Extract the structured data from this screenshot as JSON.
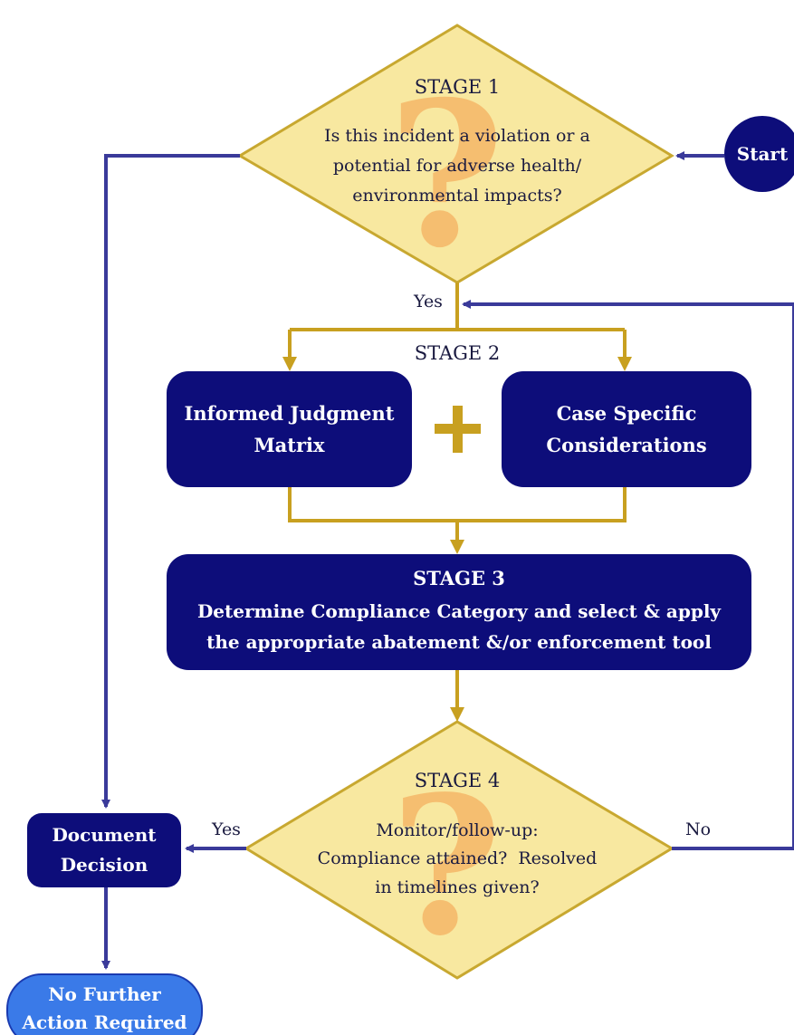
{
  "start": {
    "label": "Start"
  },
  "stage1": {
    "heading": "STAGE 1",
    "question_lines": [
      "Is this incident a violation or a",
      "potential for adverse health/",
      "environmental impacts?"
    ],
    "yes_label": "Yes"
  },
  "stage2": {
    "heading": "STAGE 2",
    "left_box_lines": [
      "Informed Judgment",
      "Matrix"
    ],
    "right_box_lines": [
      "Case Specific",
      "Considerations"
    ],
    "plus": "+"
  },
  "stage3": {
    "heading": "STAGE 3",
    "lines": [
      "Determine Compliance Category and select & apply",
      "the appropriate abatement &/or enforcement tool"
    ]
  },
  "stage4": {
    "heading": "STAGE 4",
    "question_lines": [
      "Monitor/follow-up:",
      "Compliance attained?  Resolved",
      "in timelines given?"
    ],
    "yes_label": "Yes",
    "no_label": "No"
  },
  "document": {
    "lines": [
      "Document",
      "Decision"
    ]
  },
  "end": {
    "lines": [
      "No Further",
      "Action Required"
    ]
  },
  "colors": {
    "navy": "#0d0d7a",
    "diamond_fill": "#f8e8a0",
    "diamond_stroke": "#c8a830",
    "gold_arrow": "#c8a020",
    "blue_arrow": "#3a3a9a",
    "end_fill": "#3a7ae8",
    "question_mark": "#f5b060"
  }
}
